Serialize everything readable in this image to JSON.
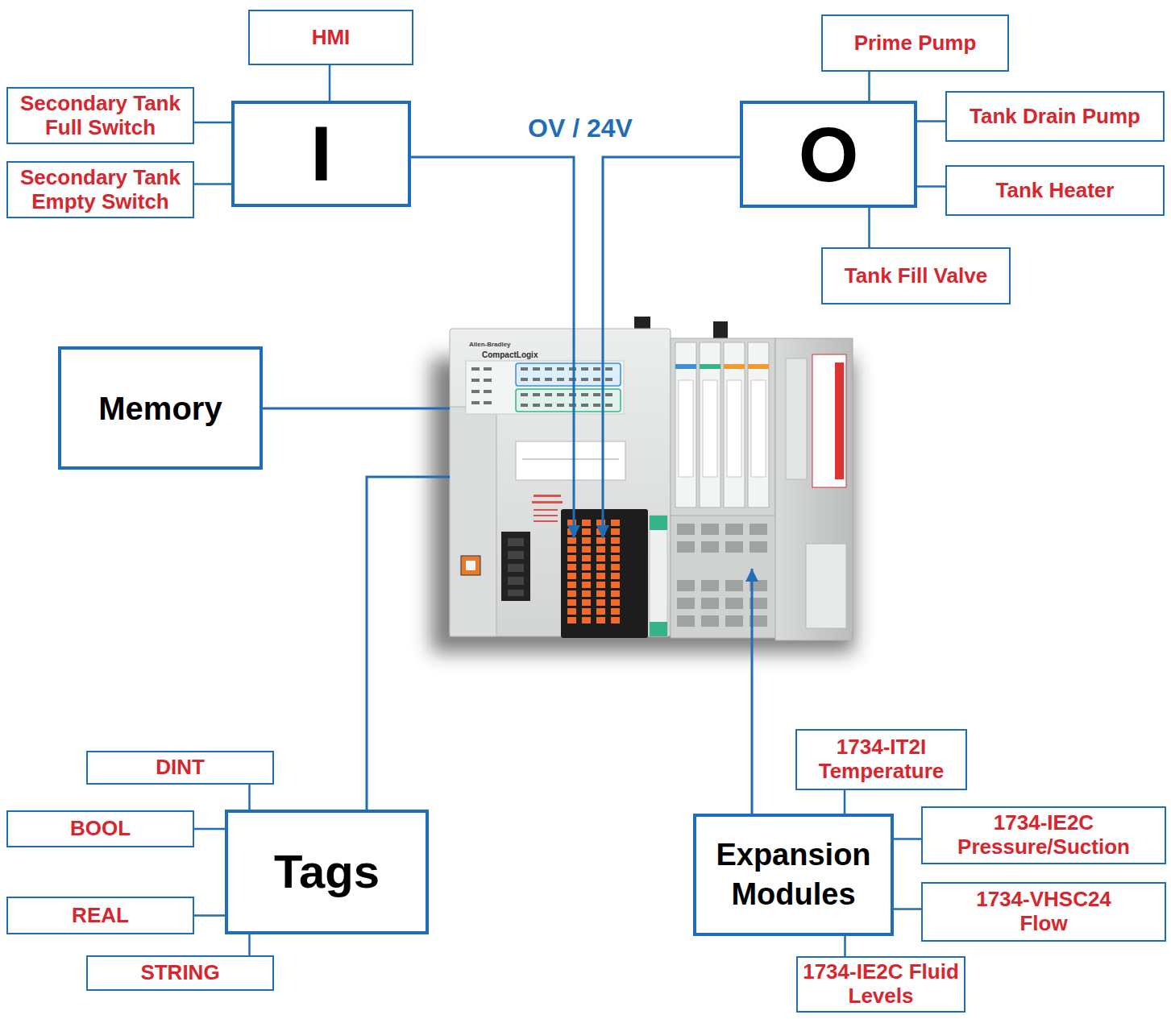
{
  "diagram": {
    "nodes": [
      {
        "text": [
          "HMI"
        ]
      },
      {
        "text": [
          "Secondary Tank Full Switch"
        ]
      },
      {
        "text": [
          "Secondary Tank Empty Switch"
        ]
      },
      {
        "text": [
          "I"
        ]
      },
      {
        "text": [
          "Prime Pump"
        ]
      },
      {
        "text": [
          "Tank Drain Pump"
        ]
      },
      {
        "text": [
          "Tank Heater"
        ]
      },
      {
        "text": [
          "O"
        ]
      },
      {
        "text": [
          "Tank Fill Valve"
        ]
      },
      {
        "text": [
          "Memory"
        ]
      },
      {
        "text": [
          "DINT"
        ]
      },
      {
        "text": [
          "BOOL"
        ]
      },
      {
        "text": [
          "REAL"
        ]
      },
      {
        "text": [
          "STRING"
        ]
      },
      {
        "text": [
          "Tags"
        ]
      },
      {
        "text": [
          "1734-IT2I Temperature"
        ]
      },
      {
        "text": [
          "Expansion Modules"
        ]
      },
      {
        "text": [
          "1734-IE2C Pressure/Suction"
        ]
      },
      {
        "text": [
          "1734-VHSC24 Flow"
        ]
      },
      {
        "text": [
          "1734-IE2C Fluid Levels"
        ]
      }
    ],
    "edges": [
      {
        "from": 0,
        "to": 3,
        "arrow": "none"
      },
      {
        "from": 1,
        "to": 3,
        "arrow": "none"
      },
      {
        "from": 2,
        "to": 3,
        "arrow": "none"
      },
      {
        "from": 4,
        "to": 7,
        "arrow": "none"
      },
      {
        "from": 5,
        "to": 7,
        "arrow": "none"
      },
      {
        "from": 6,
        "to": 7,
        "arrow": "none"
      },
      {
        "from": 8,
        "to": 7,
        "arrow": "none"
      },
      {
        "from": 10,
        "to": 14,
        "arrow": "none"
      },
      {
        "from": 11,
        "to": 14,
        "arrow": "none"
      },
      {
        "from": 12,
        "to": 14,
        "arrow": "none"
      },
      {
        "from": 13,
        "to": 14,
        "arrow": "none"
      },
      {
        "from": 15,
        "to": 16,
        "arrow": "none"
      },
      {
        "from": 17,
        "to": 16,
        "arrow": "none"
      },
      {
        "from": 18,
        "to": 16,
        "arrow": "none"
      },
      {
        "from": 19,
        "to": 16,
        "arrow": "none"
      }
    ],
    "labels": [
      "OV / 24V",
      "Allen-Bradley",
      "CompactLogix"
    ]
  }
}
